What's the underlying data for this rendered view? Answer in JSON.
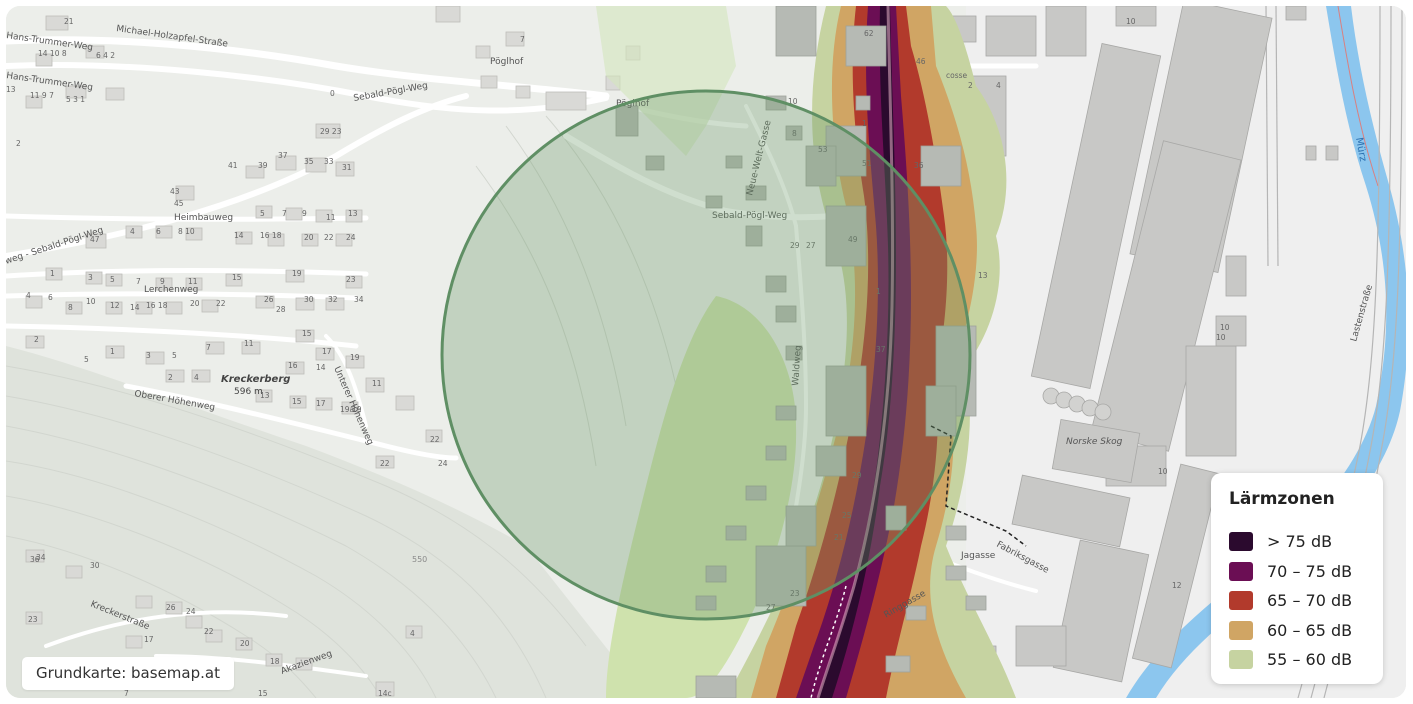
{
  "legend": {
    "title": "Lärmzonen",
    "items": [
      {
        "label": "> 75 dB",
        "color": "#2b0a2e"
      },
      {
        "label": "70 – 75 dB",
        "color": "#6b0e54"
      },
      {
        "label": "65 – 70 dB",
        "color": "#b23a2c"
      },
      {
        "label": "60 – 65 dB",
        "color": "#d0a564"
      },
      {
        "label": "55 – 60 dB",
        "color": "#c6d3a1"
      }
    ]
  },
  "attribution": "Grundkarte: basemap.at",
  "colors": {
    "circle_stroke": "#5f8f64",
    "circle_fill": "#6c9a6a",
    "river": "#8cc6ee",
    "base": "#eceeea"
  }
}
